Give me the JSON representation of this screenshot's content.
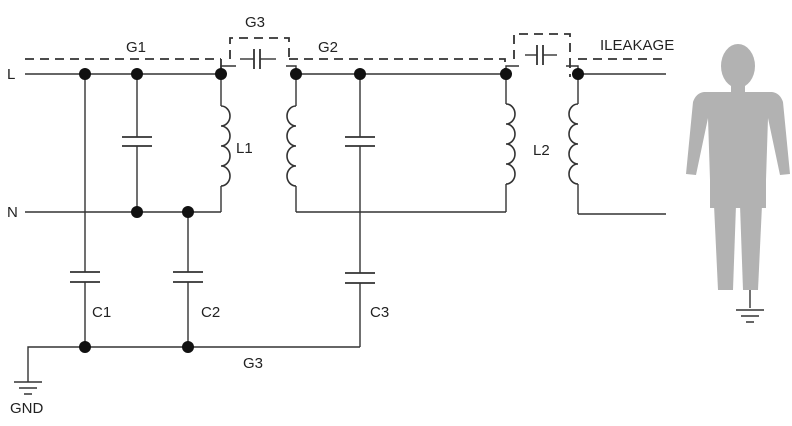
{
  "labels": {
    "line": "L",
    "neutral": "N",
    "gnd": "GND",
    "g1": "G1",
    "g2": "G2",
    "g3_top": "G3",
    "g3_bottom": "G3",
    "ileakage": "ILEAKAGE",
    "l1": "L1",
    "l2": "L2",
    "c1": "C1",
    "c2": "C2",
    "c3": "C3"
  },
  "colors": {
    "wire": "#333333",
    "node": "#111111",
    "person": "#b2b2b2"
  },
  "icons": {
    "person": "human-figure-icon",
    "ground": "ground-icon"
  }
}
